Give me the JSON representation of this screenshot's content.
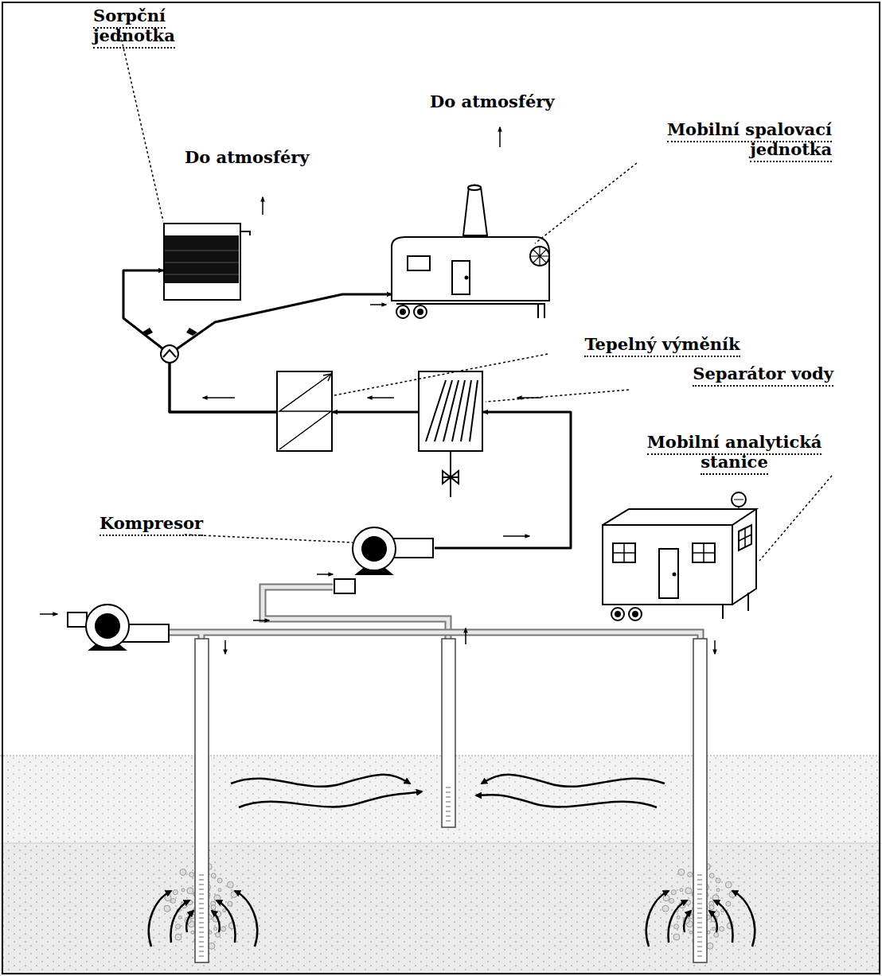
{
  "diagram": {
    "nodes": [
      {
        "text": [
          "Sorpční jednotka"
        ]
      },
      {
        "text": [
          "Mobilní spalovací jednotka"
        ]
      },
      {
        "text": [
          "Tepelný výměník"
        ]
      },
      {
        "text": [
          "Separátor vody"
        ]
      },
      {
        "text": [
          "Mobilní analytická stanice"
        ]
      },
      {
        "text": [
          "Kompresor"
        ]
      }
    ],
    "edges": [
      {
        "from": 5,
        "to": 3,
        "arrow": "to"
      },
      {
        "from": 3,
        "to": 2,
        "arrow": "to"
      },
      {
        "from": 2,
        "to": 0,
        "arrow": "to"
      },
      {
        "from": 2,
        "to": 1,
        "arrow": "to"
      }
    ],
    "labels": [
      "Do atmosféry",
      "Do atmosféry"
    ]
  }
}
